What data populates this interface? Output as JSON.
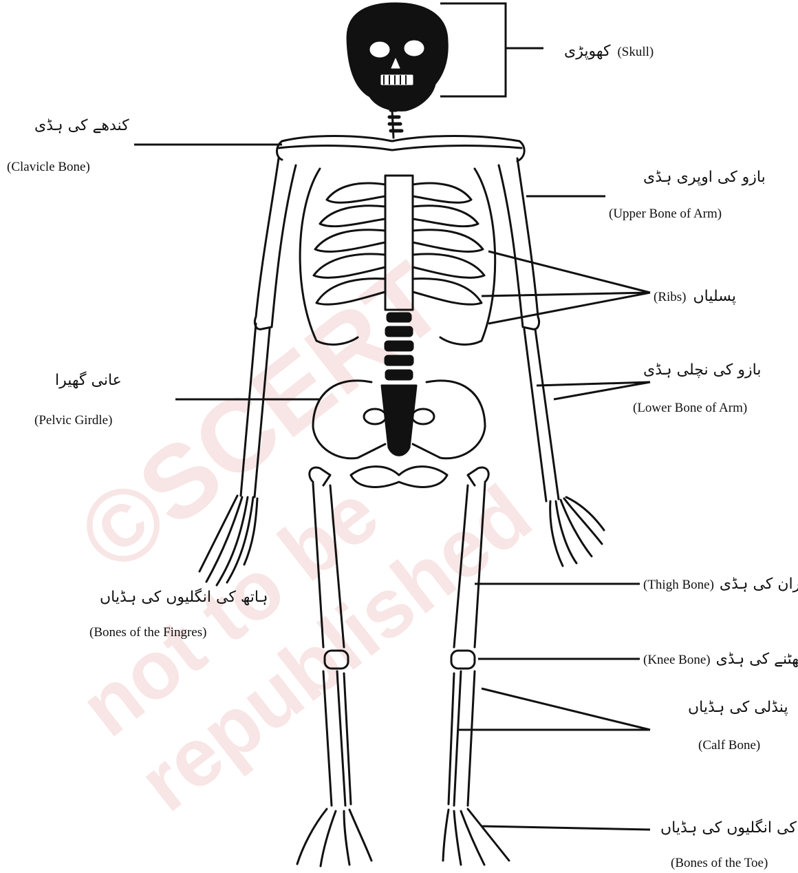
{
  "labels": {
    "skull": {
      "en": "(Skull)",
      "ur": "کھوپڑی"
    },
    "clavicle": {
      "en": "(Clavicle Bone)",
      "ur": "کندھے کی ہڈی"
    },
    "upper_arm": {
      "en": "(Upper Bone of Arm)",
      "ur": "بازو کی اوپری ہڈی"
    },
    "ribs": {
      "en": "(Ribs)",
      "ur": "پسلیاں"
    },
    "lower_arm": {
      "en": "(Lower Bone of Arm)",
      "ur": "بازو کی نچلی ہڈی"
    },
    "pelvic": {
      "en": "(Pelvic  Girdle)",
      "ur": "عانی گھیرا"
    },
    "fingers": {
      "en": "(Bones of the Fingres)",
      "ur": "ہاتھ کی انگلیوں کی ہڈیاں"
    },
    "thigh": {
      "en": "(Thigh Bone)",
      "ur": "ران کی ہڈی"
    },
    "knee": {
      "en": "(Knee Bone)",
      "ur": "گھٹنے کی ہڈی"
    },
    "calf": {
      "en": "(Calf Bone)",
      "ur": "پنڈلی کی ہڈیاں"
    },
    "toe": {
      "en": "(Bones of the Toe)",
      "ur": "پیر کی انگلیوں کی ہڈیاں"
    }
  },
  "watermark": {
    "line1": "©SCERT",
    "line2": "not to be republished"
  },
  "colors": {
    "ink": "#111111",
    "watermark": "#f2cccc"
  }
}
